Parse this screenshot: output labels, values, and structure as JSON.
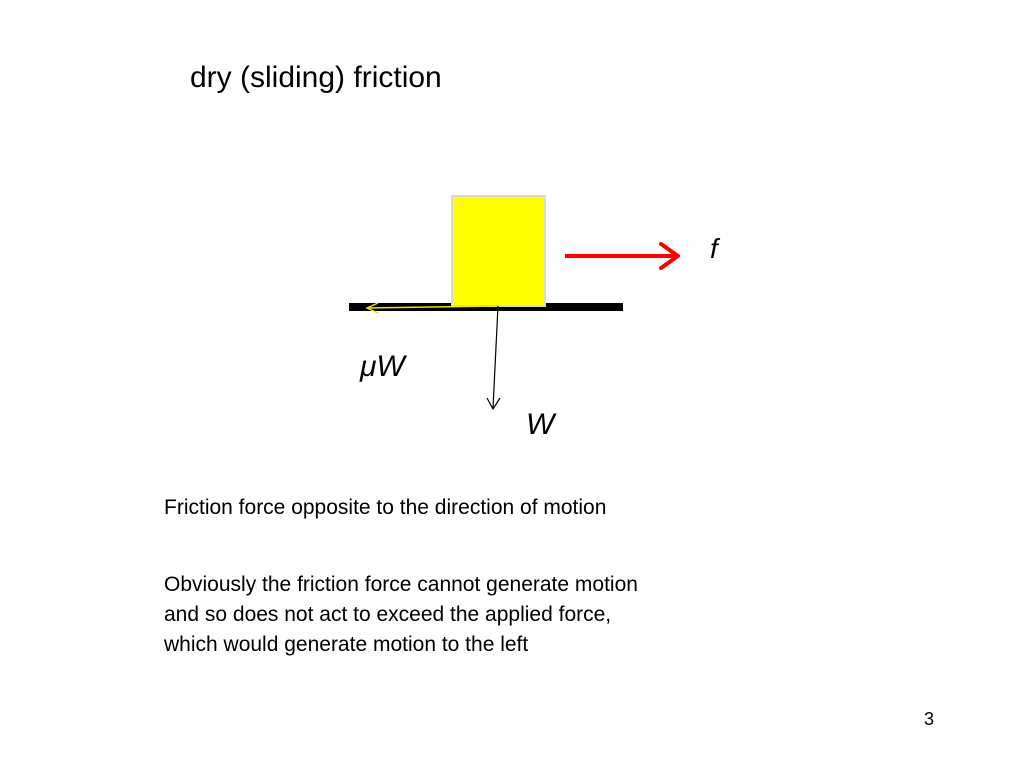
{
  "slide": {
    "title": "dry (sliding) friction",
    "caption": "Friction force opposite to the direction of motion",
    "explanation_lines": [
      "Obviously the friction force cannot generate motion",
      "and so does not act to exceed the applied force,",
      "which would generate motion to the left"
    ],
    "page_number": "3"
  },
  "diagram": {
    "labels": {
      "applied_force": "f",
      "friction_force": "μW",
      "weight": "W"
    },
    "colors": {
      "block_fill": "#ffff00",
      "block_border": "#d9d9d9",
      "surface": "#000000",
      "applied_force_arrow": "#ff0000",
      "friction_arrow": "#e6e600",
      "weight_arrow": "#000000"
    }
  }
}
